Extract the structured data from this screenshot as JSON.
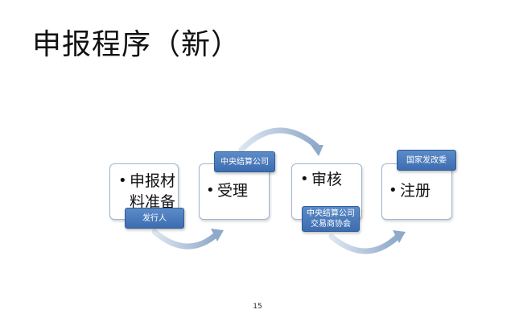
{
  "title": "申报程序（新）",
  "steps": [
    {
      "lines": [
        "申报材",
        "料准备"
      ]
    },
    {
      "lines": [
        "受理"
      ]
    },
    {
      "lines": [
        "审核"
      ]
    },
    {
      "lines": [
        "注册"
      ]
    }
  ],
  "tags": [
    {
      "lines": [
        "发行人"
      ]
    },
    {
      "lines": [
        "中央结算公司"
      ]
    },
    {
      "lines": [
        "中央结算公司",
        "交易商协会"
      ]
    },
    {
      "lines": [
        "国家发改委"
      ]
    }
  ],
  "bullet": "•",
  "page_number": "15",
  "colors": {
    "tag_fill": "#4a7bbf",
    "box_border": "#9fb6d3",
    "arrow": "#a9bfda"
  }
}
